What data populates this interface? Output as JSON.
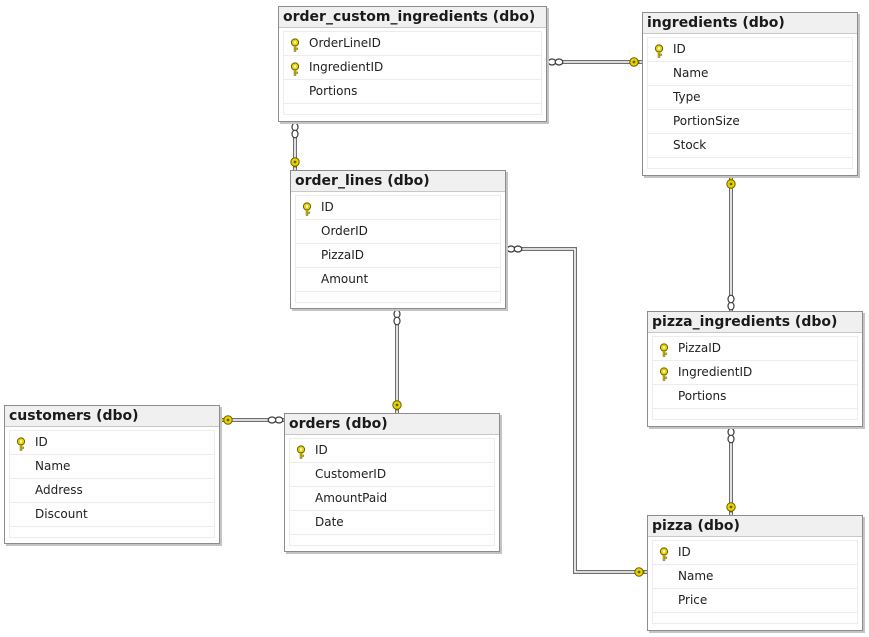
{
  "colors": {
    "key": "#e8d400",
    "key_outline": "#6b5e00",
    "line": "#6e6e6e",
    "title_bg": "#f0f0f0",
    "border": "#8c8c8c"
  },
  "tables": [
    {
      "id": "order_custom_ingredients",
      "title": "order_custom_ingredients (dbo)",
      "columns": [
        {
          "name": "OrderLineID",
          "key": true
        },
        {
          "name": "IngredientID",
          "key": true
        },
        {
          "name": "Portions",
          "key": false
        }
      ]
    },
    {
      "id": "ingredients",
      "title": "ingredients (dbo)",
      "columns": [
        {
          "name": "ID",
          "key": true
        },
        {
          "name": "Name",
          "key": false
        },
        {
          "name": "Type",
          "key": false
        },
        {
          "name": "PortionSize",
          "key": false
        },
        {
          "name": "Stock",
          "key": false
        }
      ]
    },
    {
      "id": "order_lines",
      "title": "order_lines (dbo)",
      "columns": [
        {
          "name": "ID",
          "key": true
        },
        {
          "name": "OrderID",
          "key": false
        },
        {
          "name": "PizzaID",
          "key": false
        },
        {
          "name": "Amount",
          "key": false
        }
      ]
    },
    {
      "id": "pizza_ingredients",
      "title": "pizza_ingredients (dbo)",
      "columns": [
        {
          "name": "PizzaID",
          "key": true
        },
        {
          "name": "IngredientID",
          "key": true
        },
        {
          "name": "Portions",
          "key": false
        }
      ]
    },
    {
      "id": "customers",
      "title": "customers (dbo)",
      "columns": [
        {
          "name": "ID",
          "key": true
        },
        {
          "name": "Name",
          "key": false
        },
        {
          "name": "Address",
          "key": false
        },
        {
          "name": "Discount",
          "key": false
        }
      ]
    },
    {
      "id": "orders",
      "title": "orders (dbo)",
      "columns": [
        {
          "name": "ID",
          "key": true
        },
        {
          "name": "CustomerID",
          "key": false
        },
        {
          "name": "AmountPaid",
          "key": false
        },
        {
          "name": "Date",
          "key": false
        }
      ]
    },
    {
      "id": "pizza",
      "title": "pizza (dbo)",
      "columns": [
        {
          "name": "ID",
          "key": true
        },
        {
          "name": "Name",
          "key": false
        },
        {
          "name": "Price",
          "key": false
        }
      ]
    }
  ],
  "relationships": [
    {
      "id": "oci-ingredients",
      "from": "order_custom_ingredients",
      "to": "ingredients",
      "many_end": "order_custom_ingredients",
      "one_end": "ingredients"
    },
    {
      "id": "oci-order_lines",
      "from": "order_custom_ingredients",
      "to": "order_lines",
      "many_end": "order_custom_ingredients",
      "one_end": "order_lines"
    },
    {
      "id": "order_lines-orders",
      "from": "order_lines",
      "to": "orders",
      "many_end": "order_lines",
      "one_end": "orders"
    },
    {
      "id": "order_lines-pizza",
      "from": "order_lines",
      "to": "pizza",
      "many_end": "order_lines",
      "one_end": "pizza"
    },
    {
      "id": "orders-customers",
      "from": "orders",
      "to": "customers",
      "many_end": "orders",
      "one_end": "customers"
    },
    {
      "id": "pizza_ingredients-ingredients",
      "from": "pizza_ingredients",
      "to": "ingredients",
      "many_end": "pizza_ingredients",
      "one_end": "ingredients"
    },
    {
      "id": "pizza_ingredients-pizza",
      "from": "pizza_ingredients",
      "to": "pizza",
      "many_end": "pizza_ingredients",
      "one_end": "pizza"
    }
  ]
}
